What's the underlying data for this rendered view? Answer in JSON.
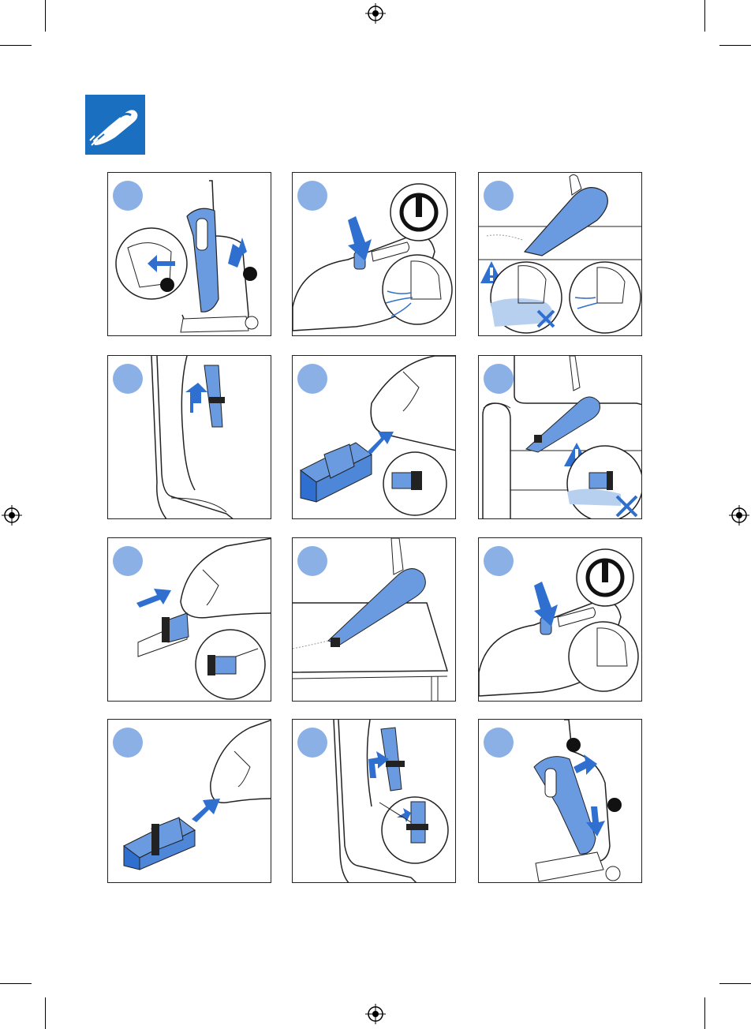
{
  "header": {
    "icon": "handheld-vacuum-icon",
    "accent": "#1a6fc0"
  },
  "colors": {
    "step_circle": "#8ab0e6",
    "blue": "#2f6fd0",
    "light_blue": "#6a9be0",
    "outline": "#222222"
  },
  "steps": [
    {
      "id": 1,
      "scene": "detach-handheld-unit"
    },
    {
      "id": 2,
      "scene": "power-on-button"
    },
    {
      "id": 3,
      "scene": "vacuum-dry-surface-warning"
    },
    {
      "id": 4,
      "scene": "remove-crevice-nozzle"
    },
    {
      "id": 5,
      "scene": "attach-crevice-nozzle"
    },
    {
      "id": 6,
      "scene": "vacuum-sofa-warning"
    },
    {
      "id": 7,
      "scene": "extend-nozzle"
    },
    {
      "id": 8,
      "scene": "vacuum-table"
    },
    {
      "id": 9,
      "scene": "power-off-button"
    },
    {
      "id": 10,
      "scene": "retract-nozzle"
    },
    {
      "id": 11,
      "scene": "store-crevice-nozzle"
    },
    {
      "id": 12,
      "scene": "reattach-handheld-unit"
    }
  ]
}
